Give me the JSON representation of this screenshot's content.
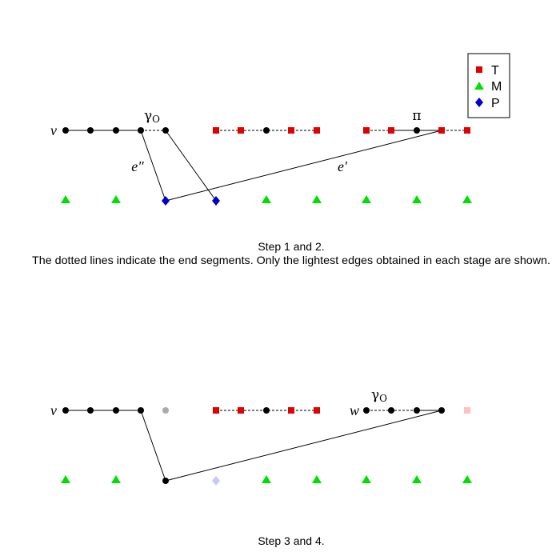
{
  "legend": {
    "items": [
      {
        "label": "T",
        "shape": "square",
        "color": "#e00000"
      },
      {
        "label": "M",
        "shape": "triangle",
        "color": "#00e000"
      },
      {
        "label": "P",
        "shape": "diamond",
        "color": "#0000cc"
      }
    ]
  },
  "panel1": {
    "caption_line1": "Step 1 and 2.",
    "caption_line2": "The dotted lines indicate the end segments. Only the lightest edges obtained in each stage are shown.",
    "label_v": "v",
    "label_gamma": "γ",
    "label_gamma_sub": "O",
    "label_pi": "π",
    "label_e2": "e″",
    "label_e1": "e′"
  },
  "panel2": {
    "caption": "Step 3 and 4.",
    "label_v": "v",
    "label_w": "w",
    "label_gamma": "γ",
    "label_gamma_sub": "O"
  },
  "colors": {
    "black_node": "#000000",
    "grey_node": "#aaaaaa",
    "faded_square": "#ffc0c0",
    "faded_diamond": "#c8c8f8"
  }
}
